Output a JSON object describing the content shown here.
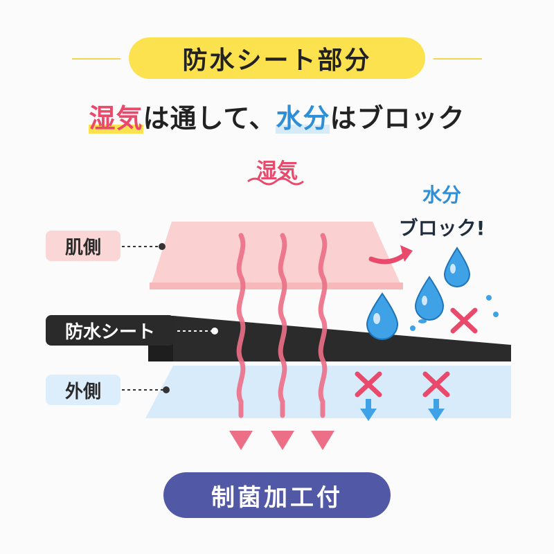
{
  "title": "防水シート部分",
  "subtitle": {
    "part1": "湿気",
    "part2": "は通して、",
    "part3": "水分",
    "part4": "はブロック"
  },
  "diagram": {
    "moisture_label": "湿気",
    "water_label_line1": "水分",
    "water_label_line2": "ブロック!",
    "layers": {
      "skin": "肌側",
      "sheet": "防水シート",
      "outer": "外側"
    }
  },
  "badge": "制菌加工付",
  "colors": {
    "title_bg": "#fde24f",
    "moisture": "#e94a6b",
    "water": "#2f8fd6",
    "skin_layer": "#fbd0d0",
    "sheet_layer": "#2a2a2a",
    "outer_layer": "#d8ebfa",
    "badge_bg": "#5159a6"
  }
}
